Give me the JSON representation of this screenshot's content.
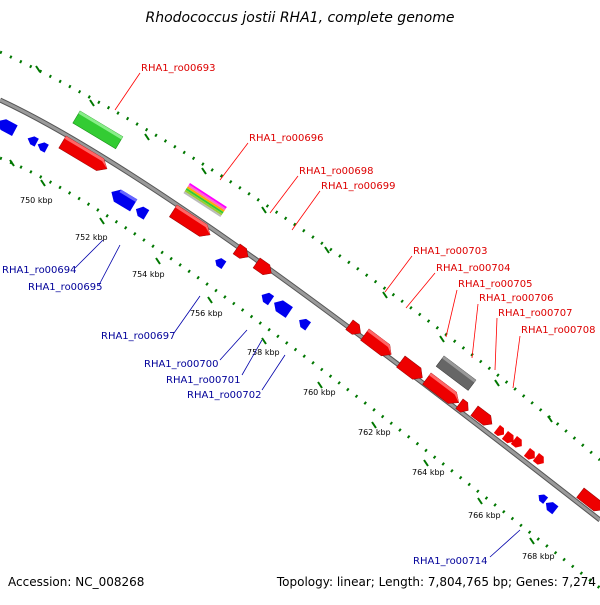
{
  "title": "Rhodococcus jostii RHA1, complete genome",
  "accession": "Accession: NC_008268",
  "summary": "Topology: linear; Length: 7,804,765 bp; Genes: 7,274",
  "colors": {
    "forward": "#ff0000",
    "reverse": "#0000ff",
    "rna": "#33cc33",
    "pseudo": "#666666",
    "backbone": "#888888",
    "tick": "#007700"
  },
  "ruler_labels": [
    "750 kbp",
    "752 kbp",
    "754 kbp",
    "756 kbp",
    "758 kbp",
    "760 kbp",
    "762 kbp",
    "764 kbp",
    "766 kbp",
    "768 kbp"
  ],
  "forward_labels": [
    "RHA1_ro00693",
    "RHA1_ro00696",
    "RHA1_ro00698",
    "RHA1_ro00699",
    "RHA1_ro00703",
    "RHA1_ro00704",
    "RHA1_ro00705",
    "RHA1_ro00706",
    "RHA1_ro00707",
    "RHA1_ro00708"
  ],
  "reverse_labels": [
    "RHA1_ro00694",
    "RHA1_ro00695",
    "RHA1_ro00697",
    "RHA1_ro00700",
    "RHA1_ro00701",
    "RHA1_ro00702",
    "RHA1_ro00714"
  ]
}
